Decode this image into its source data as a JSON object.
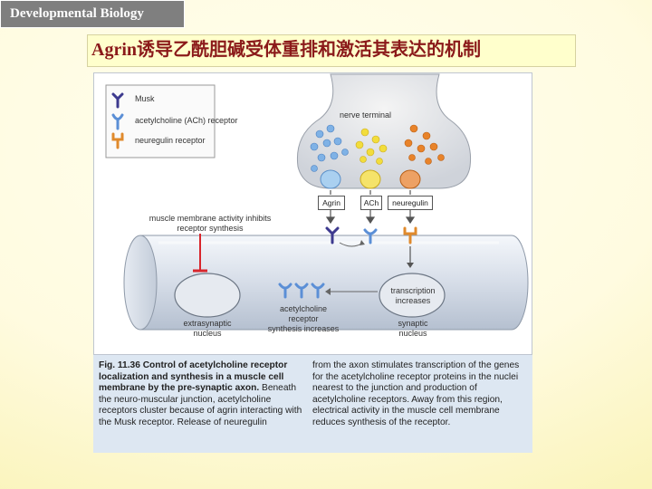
{
  "header": {
    "course": "Developmental Biology",
    "title": "Agrin诱导乙酰胆碱受体重排和激活其表达的机制"
  },
  "figure": {
    "legend": [
      "Musk",
      "acetylcholine (ACh) receptor",
      "neuregulin receptor"
    ],
    "labels": {
      "nerve_terminal": "nerve terminal",
      "agrin": "Agrin",
      "ach": "ACh",
      "neuregulin": "neuregulin",
      "inhibit_line1": "muscle membrane activity inhibits",
      "inhibit_line2": "receptor synthesis",
      "extrasynaptic_line1": "extrasynaptic",
      "extrasynaptic_line2": "nucleus",
      "synthesis_line1": "acetylcholine",
      "synthesis_line2": "receptor",
      "synthesis_line3": "synthesis increases",
      "transcription_line1": "transcription",
      "transcription_line2": "increases",
      "synaptic_line1": "synaptic",
      "synaptic_line2": "nucleus"
    },
    "caption": {
      "bold": "Fig. 11.36 Control of acetylcholine receptor localization and synthesis in a muscle cell membrane by the pre-synaptic axon.",
      "left_rest": "Beneath the neuro-muscular junction, acetylcholine receptors cluster because of agrin interacting with the Musk receptor. Release of neuregulin",
      "right": "from the axon stimulates transcription of the genes for the acetylcholine receptor proteins in the nuclei nearest to the junction and production of acetylcholine receptors. Away from this region, electrical activity in the muscle cell membrane reduces synthesis of the receptor."
    }
  },
  "colors": {
    "musk": "#3d3a8f",
    "ach_receptor": "#5b8fd6",
    "neuregulin_receptor": "#e08a2c",
    "agrin_vesicle": "#7fb2e6",
    "ach_vesicle": "#f2dd3c",
    "neuregulin_vesicle": "#e8832a",
    "inhibit_bar": "#d8262c"
  }
}
